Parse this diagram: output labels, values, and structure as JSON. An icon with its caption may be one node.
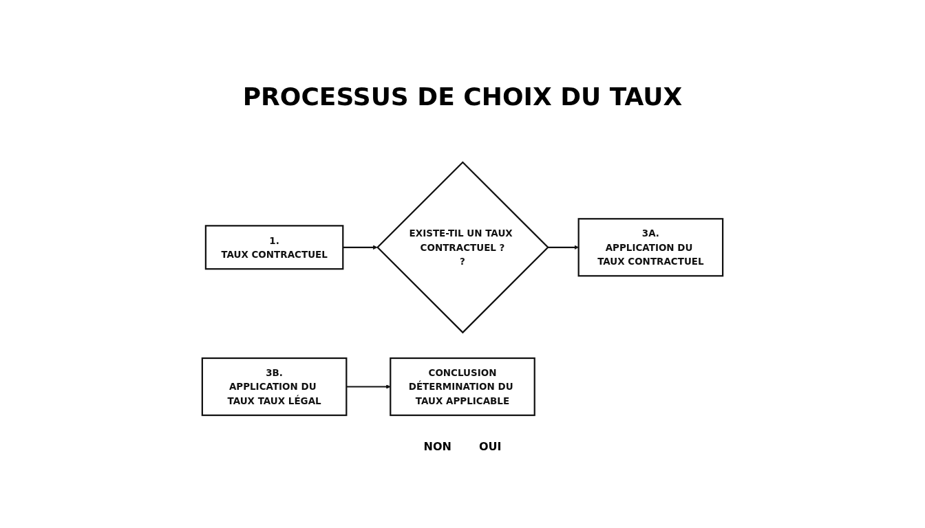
{
  "diagram": {
    "title": "PROCESSUS DE CHOIX DU TAUX",
    "nodes": [
      {
        "text": [
          "1.",
          "TAUX CONTRACTUEL"
        ]
      },
      {
        "text": [
          "EXISTE-TIL UN TAUX CONTRACTUEL ?",
          "?"
        ]
      },
      {
        "text": [
          "3A.",
          "APPLICATION DU TAUX CONTRACTUEL"
        ]
      },
      {
        "text": [
          "3B.",
          "APPLICATION DU TAUX TAUX LÉGAL"
        ]
      },
      {
        "text": [
          "CONCLUSION",
          "DÉTERMINATION DU TAUX APPLICABLE"
        ]
      }
    ],
    "edges": [
      {
        "from": 0,
        "to": 1,
        "arrow": "to"
      },
      {
        "from": 1,
        "to": 2,
        "arrow": "to"
      },
      {
        "from": 3,
        "to": 4,
        "arrow": "to"
      }
    ],
    "labels": [
      "NON",
      "OUI"
    ]
  }
}
